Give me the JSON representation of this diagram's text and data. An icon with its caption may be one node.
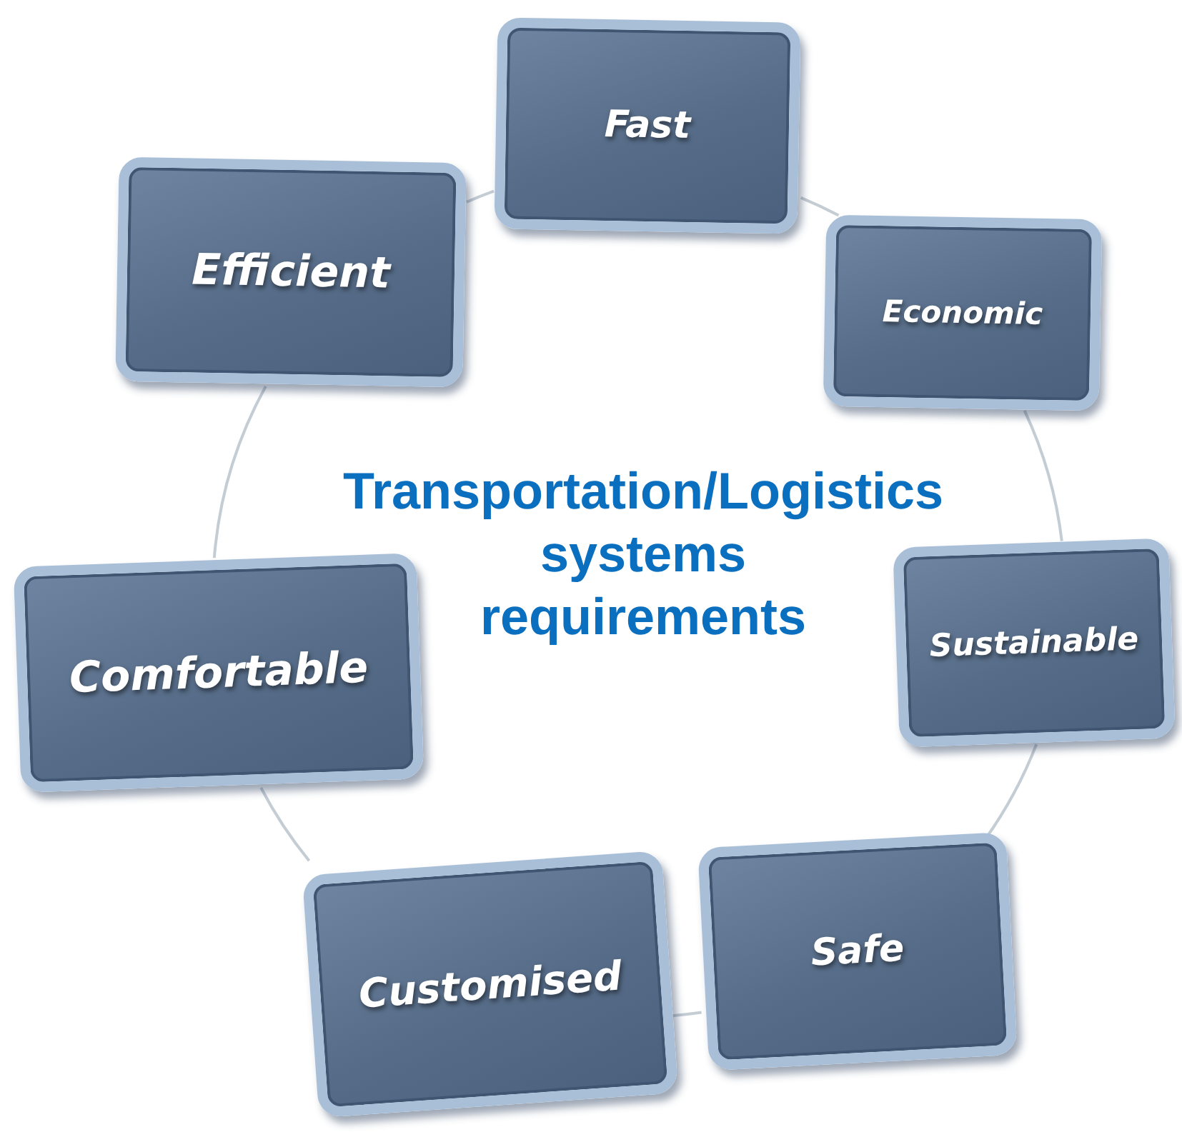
{
  "diagram": {
    "title": "Transportation/Logistics systems requirements",
    "nodes": [
      {
        "text": [
          "Fast"
        ]
      },
      {
        "text": [
          "Economic"
        ]
      },
      {
        "text": [
          "Sustainable"
        ]
      },
      {
        "text": [
          "Safe"
        ]
      },
      {
        "text": [
          "Customised"
        ]
      },
      {
        "text": [
          "Comfortable"
        ]
      },
      {
        "text": [
          "Efficient"
        ]
      }
    ],
    "edges": [
      {
        "from": 0,
        "to": 1,
        "arrow": "none"
      },
      {
        "from": 1,
        "to": 2,
        "arrow": "none"
      },
      {
        "from": 2,
        "to": 3,
        "arrow": "none"
      },
      {
        "from": 3,
        "to": 4,
        "arrow": "none"
      },
      {
        "from": 4,
        "to": 5,
        "arrow": "none"
      },
      {
        "from": 5,
        "to": 6,
        "arrow": "none"
      },
      {
        "from": 6,
        "to": 0,
        "arrow": "none"
      }
    ]
  }
}
